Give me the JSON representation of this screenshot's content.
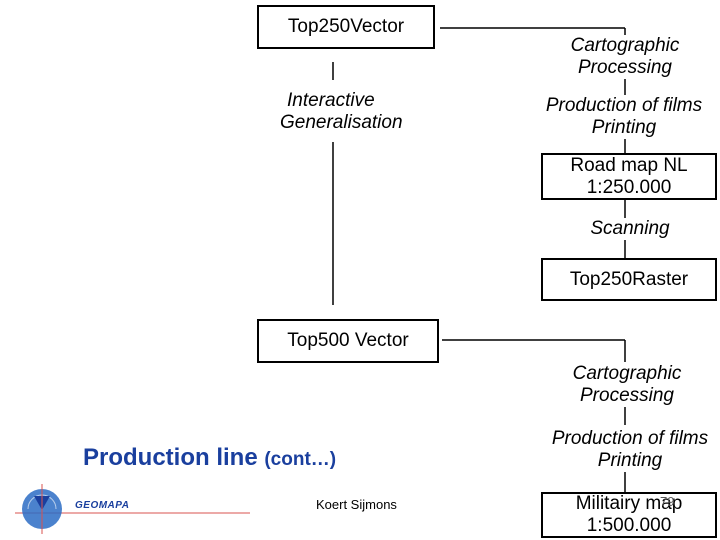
{
  "boxes": {
    "top250vector": "Top250Vector",
    "road_map_line1": "Road map  NL",
    "road_map_line2": "1:250.000",
    "top250raster": "Top250Raster",
    "top500vector": "Top500 Vector",
    "military_map_line1": "Militairy map",
    "military_map_line2": "1:500.000"
  },
  "labels": {
    "interactive_generalisation_1": "Interactive",
    "interactive_generalisation_2": "Generalisation",
    "cartographic_processing_1a": "Cartographic",
    "cartographic_processing_1b": "Processing",
    "production_films_1a": "Production of films",
    "production_films_1b": "Printing",
    "scanning": "Scanning",
    "cartographic_processing_2a": "Cartographic",
    "cartographic_processing_2b": "Processing",
    "production_films_2a": "Production of films",
    "production_films_2b": "Printing"
  },
  "slide": {
    "title": "Production line",
    "title_suffix": "(cont…)",
    "author": "Koert Sijmons",
    "page_number": "79",
    "logo_text": "GEOMAPA"
  },
  "colors": {
    "title": "#1a3f9e",
    "logo_blue": "#1a3f9e",
    "logo_red": "#d9534f"
  }
}
